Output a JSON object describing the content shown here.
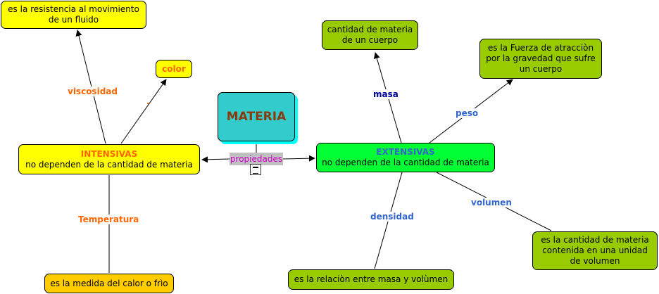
{
  "center": {
    "label": "MATERIA"
  },
  "link_center": {
    "label": "propiedades"
  },
  "intensivas": {
    "title": "INTENSIVAS",
    "text": "no dependen de la cantidad de materia"
  },
  "extensivas": {
    "title": "EXTENSIVAS",
    "text": "no dependen de la cantidad de materia"
  },
  "nodes": {
    "viscosidad_def": "es la resistencia al movimiento de un fluido",
    "color": "color",
    "temperatura_def": "es la medida del calor o frìo",
    "masa_def": "cantidad de materia de un cuerpo",
    "peso_def": "es la Fuerza de atracciòn por la gravedad que sufre un cuerpo",
    "volumen_def": "es la cantidad de materia contenida en una unidad de volumen",
    "densidad_def": "es la relaciòn entre masa y volùmen"
  },
  "labels": {
    "viscosidad": "viscosidad",
    "temperatura": "Temperatura",
    "masa": "masa",
    "peso": "peso",
    "volumen": "volumen",
    "densidad": "densidad"
  },
  "colors": {
    "yellow": "#ffff00",
    "green": "#99cc00",
    "bright_green": "#00ff33",
    "orange": "#ffcc00",
    "cyan": "#33cccc"
  }
}
